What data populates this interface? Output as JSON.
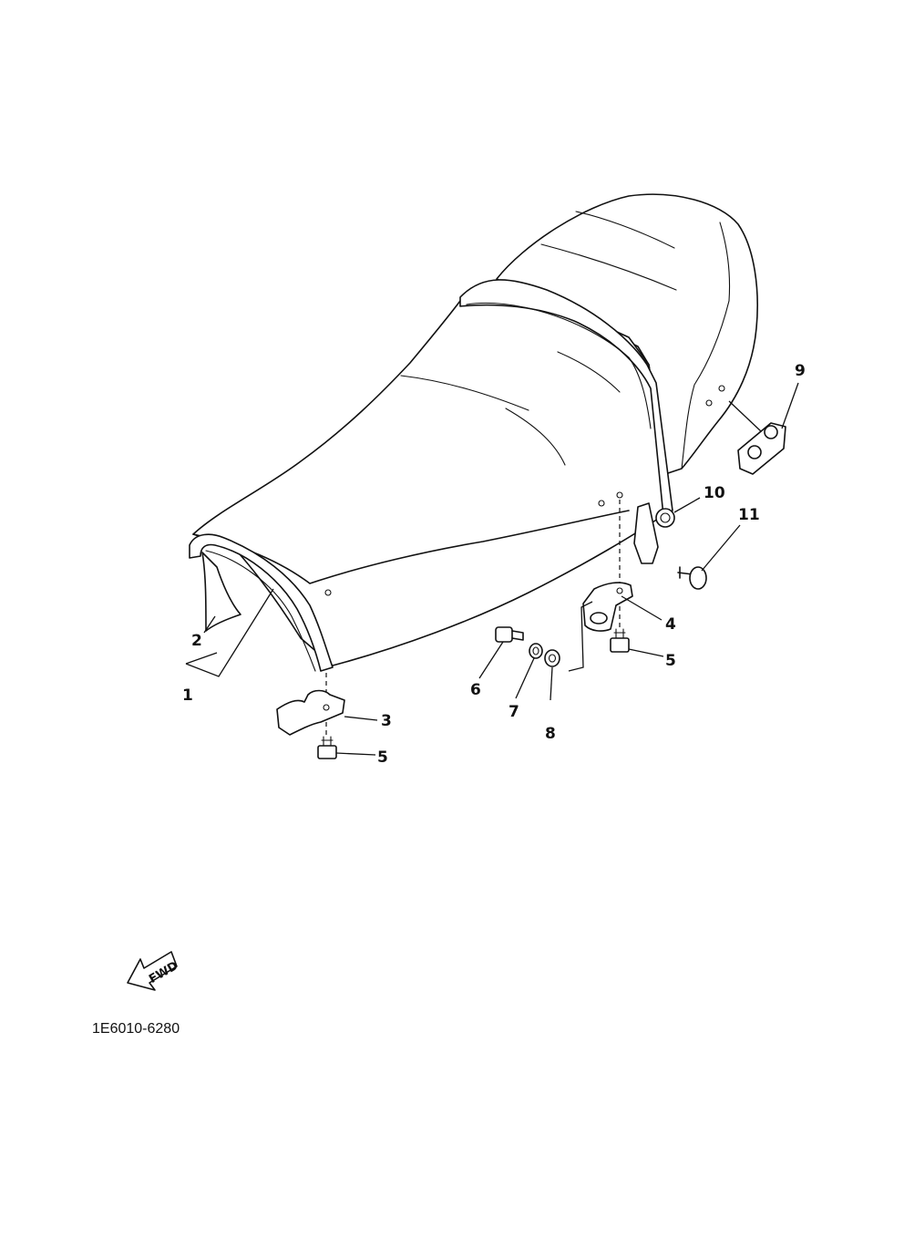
{
  "callouts": {
    "c1": "1",
    "c2": "2",
    "c3": "3",
    "c4": "4",
    "c5a": "5",
    "c5b": "5",
    "c6": "6",
    "c7": "7",
    "c8": "8",
    "c9": "9",
    "c10": "10",
    "c11": "11"
  },
  "fwd_indicator": {
    "text": "FWD",
    "icon": "forward-arrow-icon"
  },
  "part_code": "1E6010-6280"
}
